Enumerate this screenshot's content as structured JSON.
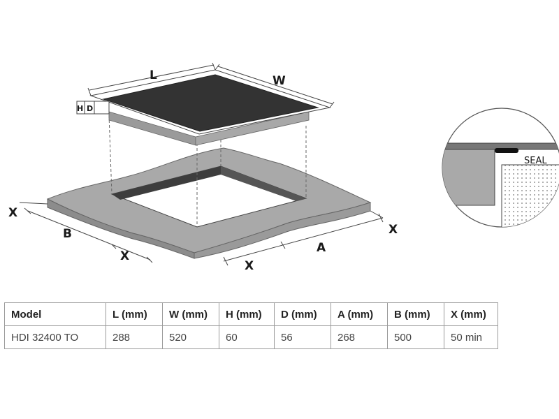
{
  "diagram": {
    "labels": {
      "length": "L",
      "width": "W",
      "height": "H",
      "depth": "D",
      "cutout_a": "A",
      "cutout_b": "B",
      "clearance": "X",
      "seal": "SEAL"
    }
  },
  "table": {
    "headers": [
      "Model",
      "L (mm)",
      "W (mm)",
      "H (mm)",
      "D (mm)",
      "A (mm)",
      "B (mm)",
      "X (mm)"
    ],
    "rows": [
      [
        "HDI 32400 TO",
        "288",
        "520",
        "60",
        "56",
        "268",
        "500",
        "50 min"
      ]
    ]
  }
}
